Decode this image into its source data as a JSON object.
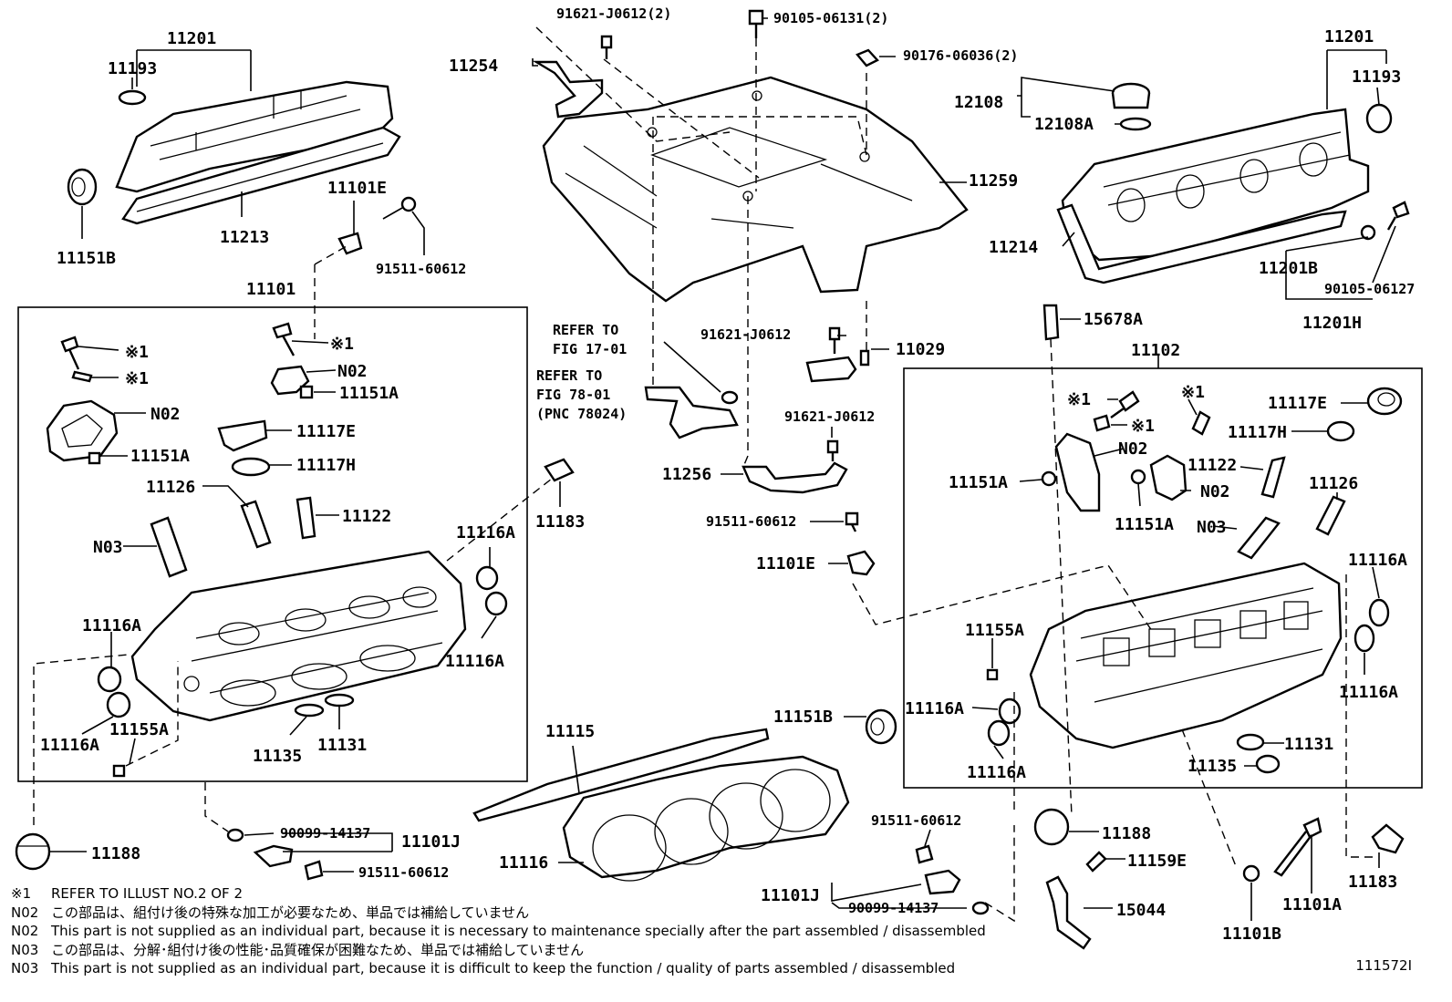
{
  "labels": {
    "l11201a": "11201",
    "l11193a": "11193",
    "l11151ba": "11151B",
    "l11213": "11213",
    "l11101ea": "11101E",
    "l91511a": "91511-60612",
    "l11101": "11101",
    "lx1a": "※1",
    "lx1b": "※1",
    "lx1c": "※1",
    "ln02a": "N02",
    "ln02b": "N02",
    "l11151aa": "11151A",
    "l11151ab": "11151A",
    "l11117ea": "11117E",
    "l11117ha": "11117H",
    "l11126a": "11126",
    "l11122a": "11122",
    "ln03a": "N03",
    "l11183a": "11183",
    "l11116aa": "11116A",
    "l11116ab": "11116A",
    "l11116ac": "11116A",
    "l11116ad": "11116A",
    "l11155aa": "11155A",
    "l11135a": "11135",
    "l11131a": "11131",
    "l11188a": "11188",
    "l90099a": "90099-14137",
    "l11101ja": "11101J",
    "l91511b": "91511-60612",
    "l91621a": "91621-J0612(2)",
    "l11254": "11254",
    "l90105a": "90105-06131(2)",
    "l90176": "90176-06036(2)",
    "l11259": "11259",
    "lref1": "REFER TO",
    "lref1b": "FIG 17-01",
    "lref2": "REFER TO",
    "lref2b": "FIG 78-01",
    "lref2c": "(PNC 78024)",
    "l91621b": "91621-J0612",
    "l11029": "11029",
    "l91621c": "91621-J0612",
    "l11256": "11256",
    "l91511c": "91511-60612",
    "l11101eb": "11101E",
    "l11115": "11115",
    "l11116": "11116",
    "l11151bb": "11151B",
    "l91511d": "91511-60612",
    "l11101jb": "11101J",
    "l90099b": "90099-14137",
    "l11201b": "11201",
    "l11193b": "11193",
    "l12108": "12108",
    "l12108a": "12108A",
    "l11214": "11214",
    "l11201bb": "11201B",
    "l90105b": "90105-06127",
    "l11201h": "11201H",
    "l15678a": "15678A",
    "l11102": "11102",
    "lx1d": "※1",
    "lx1e": "※1",
    "lx1f": "※1",
    "l11117eb": "11117E",
    "l11117hb": "11117H",
    "ln02c": "N02",
    "ln02d": "N02",
    "l11151ac": "11151A",
    "l11151ad": "11151A",
    "l11122b": "11122",
    "l11126b": "11126",
    "ln03b": "N03",
    "l11116ae": "11116A",
    "l11116af": "11116A",
    "l11155ab": "11155A",
    "l11116ag": "11116A",
    "l11116ah": "11116A",
    "l11131b": "11131",
    "l11135b": "11135",
    "l11188b": "11188",
    "l11159e": "11159E",
    "l15044": "15044",
    "l11183b": "11183",
    "l11101a": "11101A",
    "l11101b": "11101B"
  },
  "notes": {
    "n1_code": "※1",
    "n1_text": "REFER TO ILLUST NO.2 OF 2",
    "n2_code": "N02",
    "n2_text": "この部品は、組付け後の特殊な加工が必要なため、単品では補給していません",
    "n3_code": "N02",
    "n3_text": "This part is not supplied as an individual part, because it is necessary to maintenance specially after the part assembled / disassembled",
    "n4_code": "N03",
    "n4_text": "この部品は、分解･組付け後の性能･品質確保が困難なため、単品では補給していません",
    "n5_code": "N03",
    "n5_text": "This part is not supplied as an individual part, because it is difficult to keep the function / quality of parts  assembled / disassembled"
  },
  "figure_id": "111572I"
}
